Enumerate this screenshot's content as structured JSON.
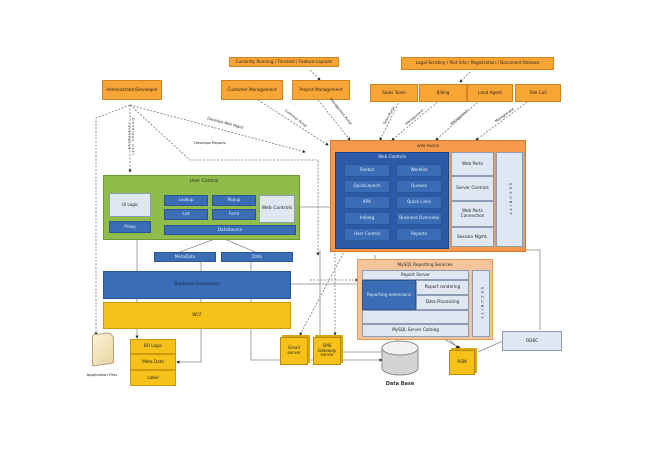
{
  "stakeholders": {
    "admin": "Administrator/Developer",
    "status": "Currently Running / Finished / Feature Layouts",
    "customer_mgmt": "Customer Management",
    "project_mgmt": "Project Management",
    "legal": "Legal Scrutiny / Plot Info / Registration / Document Release",
    "sales": "Sales Team",
    "billing": "Billing",
    "land_agent": "Land Agent",
    "tele_call": "Tele Call"
  },
  "edge_labels": {
    "dev_user_interfaces": "Develops user interfaces",
    "dev_web_pages": "Develops Web Pages",
    "dev_reports": "Develops Reports",
    "customer_mgmt_edge": "Customer Portal",
    "project_edge": "Management Portal",
    "sales_edge": "Sales Portal",
    "billing_edge": "Management",
    "land_edge": "Management",
    "tele_edge": "Management"
  },
  "web_pages": {
    "title": "WEB PAGES",
    "web_controls": {
      "title": "Web Controls",
      "items": [
        "Toolbar",
        "Worklist",
        "QuickLaunch",
        "Queues",
        "KPA",
        "Quick Links",
        "Infoleg",
        "Business Overview",
        "User Control",
        "Reports"
      ]
    },
    "side_items": [
      "Web Parts",
      "Server Controls",
      "Web Parts Connection",
      "Session Mgmt."
    ],
    "security": "SECURITY"
  },
  "user_control": {
    "title": "User Control",
    "ui_logic": "UI Logic",
    "proxy": "Proxy",
    "items": [
      "Lookup",
      "Popup",
      "List",
      "Form"
    ],
    "web_controls": "Web Controls",
    "datasource": "DataSource"
  },
  "data_layer": {
    "metadata": "MetaData",
    "data": "Data",
    "business_connector": "Business Connector",
    "wcf": "WCF"
  },
  "bo_stack": [
    "BO Logic",
    "Meta Data",
    "Label"
  ],
  "application_files": "Application Files",
  "servers": {
    "email": "Email server",
    "sms": "SMS Gateway server"
  },
  "reporting": {
    "title": "MySQL Reporting Services",
    "report_server": "Report Server",
    "reporting_extensions": "Reporting extensions",
    "report_rendering": "Report rendering",
    "data_processing": "Data Processing",
    "catalog": "MySQL Server Catalog",
    "security": "SECURITY"
  },
  "database": "Data Base",
  "rpm": "RSM",
  "odbc": "ODBC"
}
